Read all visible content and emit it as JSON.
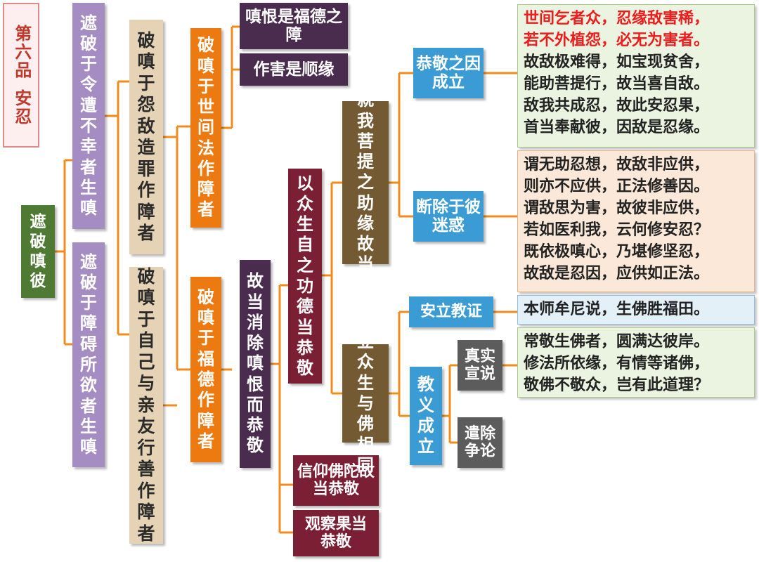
{
  "colors": {
    "connector": "#f08c1e",
    "chapter_border": "#e08a8a",
    "chapter_bg": "#fdeef0",
    "chapter_text": "#c0392b",
    "root": "#4e7a33",
    "lavender": "#a58dc3",
    "tan": "#e6d3b5",
    "orange": "#ec7a11",
    "plum": "#4a2d4e",
    "maroon": "#7a1f34",
    "brown": "#735a32",
    "blue": "#3a9bd5",
    "gray": "#5c5c5c",
    "box_peach": "#fbe8d8",
    "box_green": "#ebf3e1",
    "box_blue": "#e4f0f8",
    "red_text": "#ee1c1c"
  },
  "chapter": {
    "line1": "第六品",
    "line2": "安忍"
  },
  "nodes": {
    "root": "遮破嗔彼",
    "branch_a": "遮破于令遭不幸者生嗔",
    "branch_b": "遮破于障碍所欲者生嗔",
    "enemy_wrong": "破嗔于怨敌造罪作障者",
    "friends_good": "破嗔于自己与亲友行善作障者",
    "worldly": "破嗔于世间法作障者",
    "merit": "破嗔于福德作障者",
    "hatred_obstacle": "嗔恨是福德之障",
    "harm_favorable": "作害是顺缘",
    "therefore_respect": "故当消除嗔恨而恭敬",
    "beings_merit": "以众生自之功德当恭敬",
    "faith_buddha": "信仰佛陀故当恭敬",
    "observe_result": "观察果当恭敬",
    "helper": "是成就我菩提之助缘故当恭敬",
    "equal": "建立众生与佛相同",
    "respect_cause": "恭敬之因成立",
    "dispel_confusion": "断除于彼迷惑",
    "establish_teaching": "安立教证",
    "doctrine": "教义成立",
    "true_statement": "真实宣说",
    "remove_dispute": "遣除争论"
  },
  "texts": {
    "verse1": [
      {
        "text": "世间乞者众，忍缘敌害稀，",
        "red": true
      },
      {
        "text": "若不外植怨，必无为害者。",
        "red": true
      },
      {
        "text": "故敌极难得，如宝现贫舍，",
        "red": false
      },
      {
        "text": "能助菩提行，故当喜自敌。",
        "red": false
      },
      {
        "text": "敌我共成忍，故此安忍果，",
        "red": false
      },
      {
        "text": "首当奉献彼，因敌是忍缘。",
        "red": false
      }
    ],
    "verse2": [
      "谓无助忍想，故敌非应供，",
      "则亦不应供，正法修善因。",
      "谓敌思为害，故彼非应供，",
      "若如医利我，云何修安忍？",
      "既依极嗔心，乃堪修坚忍，",
      "故敌是忍因，应供如正法。"
    ],
    "verse3": [
      "本师牟尼说，生佛胜福田。"
    ],
    "verse4": [
      "常敬生佛者，圆满达彼岸。",
      "修法所依缘，有情等诸佛，",
      "敬佛不敬众，岂有此道理？"
    ]
  }
}
